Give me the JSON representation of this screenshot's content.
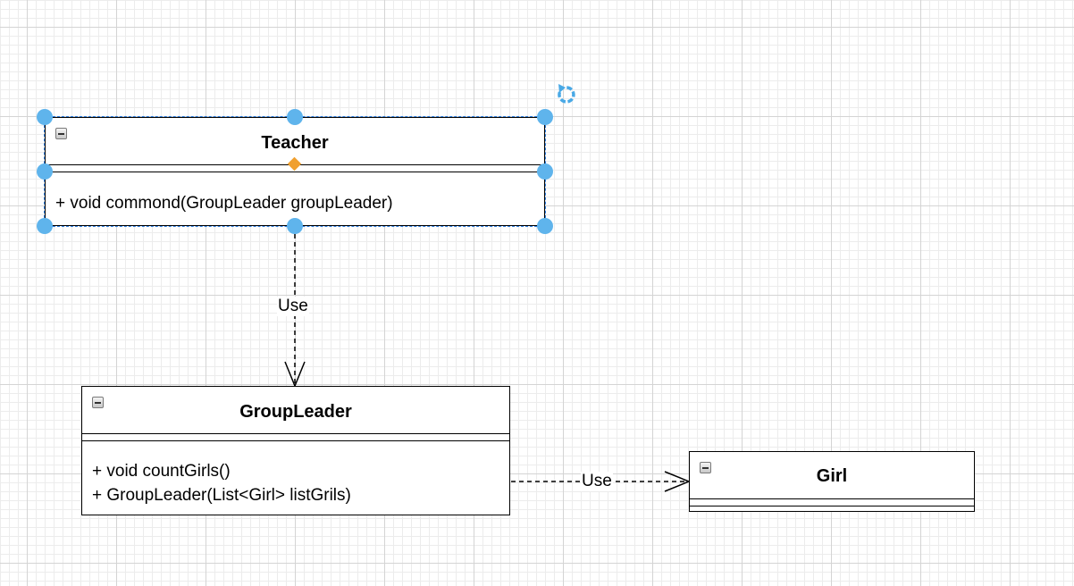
{
  "diagram": {
    "classes": [
      {
        "id": "teacher",
        "name": "Teacher",
        "attributes": [],
        "operations": [
          "+ void commond(GroupLeader groupLeader)"
        ],
        "selected": true
      },
      {
        "id": "groupleader",
        "name": "GroupLeader",
        "attributes": [],
        "operations": [
          "+ void countGirls()",
          "+ GroupLeader(List<Girl> listGrils)"
        ],
        "selected": false
      },
      {
        "id": "girl",
        "name": "Girl",
        "attributes": [],
        "operations": [],
        "selected": false
      }
    ],
    "relations": [
      {
        "from": "teacher",
        "to": "groupleader",
        "type": "dependency",
        "label": "Use"
      },
      {
        "from": "groupleader",
        "to": "girl",
        "type": "dependency",
        "label": "Use"
      }
    ]
  },
  "colors": {
    "selection_handle": "#5fb4ec",
    "selection_outline": "#2a7de1",
    "resize_diamond": "#f0a030",
    "rotate_icon": "#49a9e6"
  },
  "icons": {
    "collapse": "collapse-icon",
    "rotate": "rotate-icon"
  }
}
